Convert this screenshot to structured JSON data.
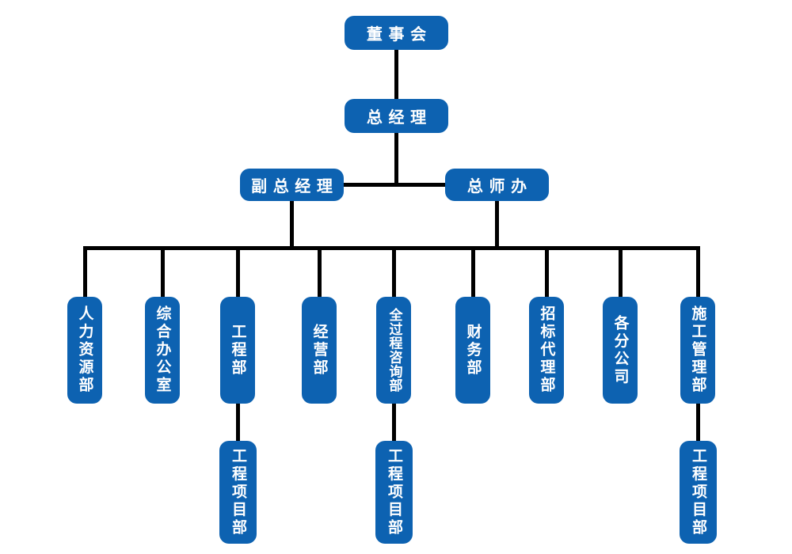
{
  "colors": {
    "node_fill": "#0d62b1",
    "node_text": "#ffffff",
    "connector": "#000000",
    "background": "#ffffff"
  },
  "org_chart": {
    "type": "organization-tree",
    "root": {
      "label": "董事会"
    },
    "general_manager": {
      "label": "总经理"
    },
    "level3": [
      {
        "label": "副总经理"
      },
      {
        "label": "总师办"
      }
    ],
    "departments": [
      {
        "label": "人力资源部"
      },
      {
        "label": "综合办公室"
      },
      {
        "label": "工程部",
        "child": "工程项目部"
      },
      {
        "label": "经营部"
      },
      {
        "label": "全过程咨询部",
        "child": "工程项目部"
      },
      {
        "label": "财务部"
      },
      {
        "label": "招标代理部"
      },
      {
        "label": "各分公司"
      },
      {
        "label": "施工管理部",
        "child": "工程项目部"
      }
    ],
    "project_departments": [
      {
        "label": "工程项目部",
        "parent": "工程部"
      },
      {
        "label": "工程项目部",
        "parent": "全过程咨询部"
      },
      {
        "label": "工程项目部",
        "parent": "施工管理部"
      }
    ]
  }
}
